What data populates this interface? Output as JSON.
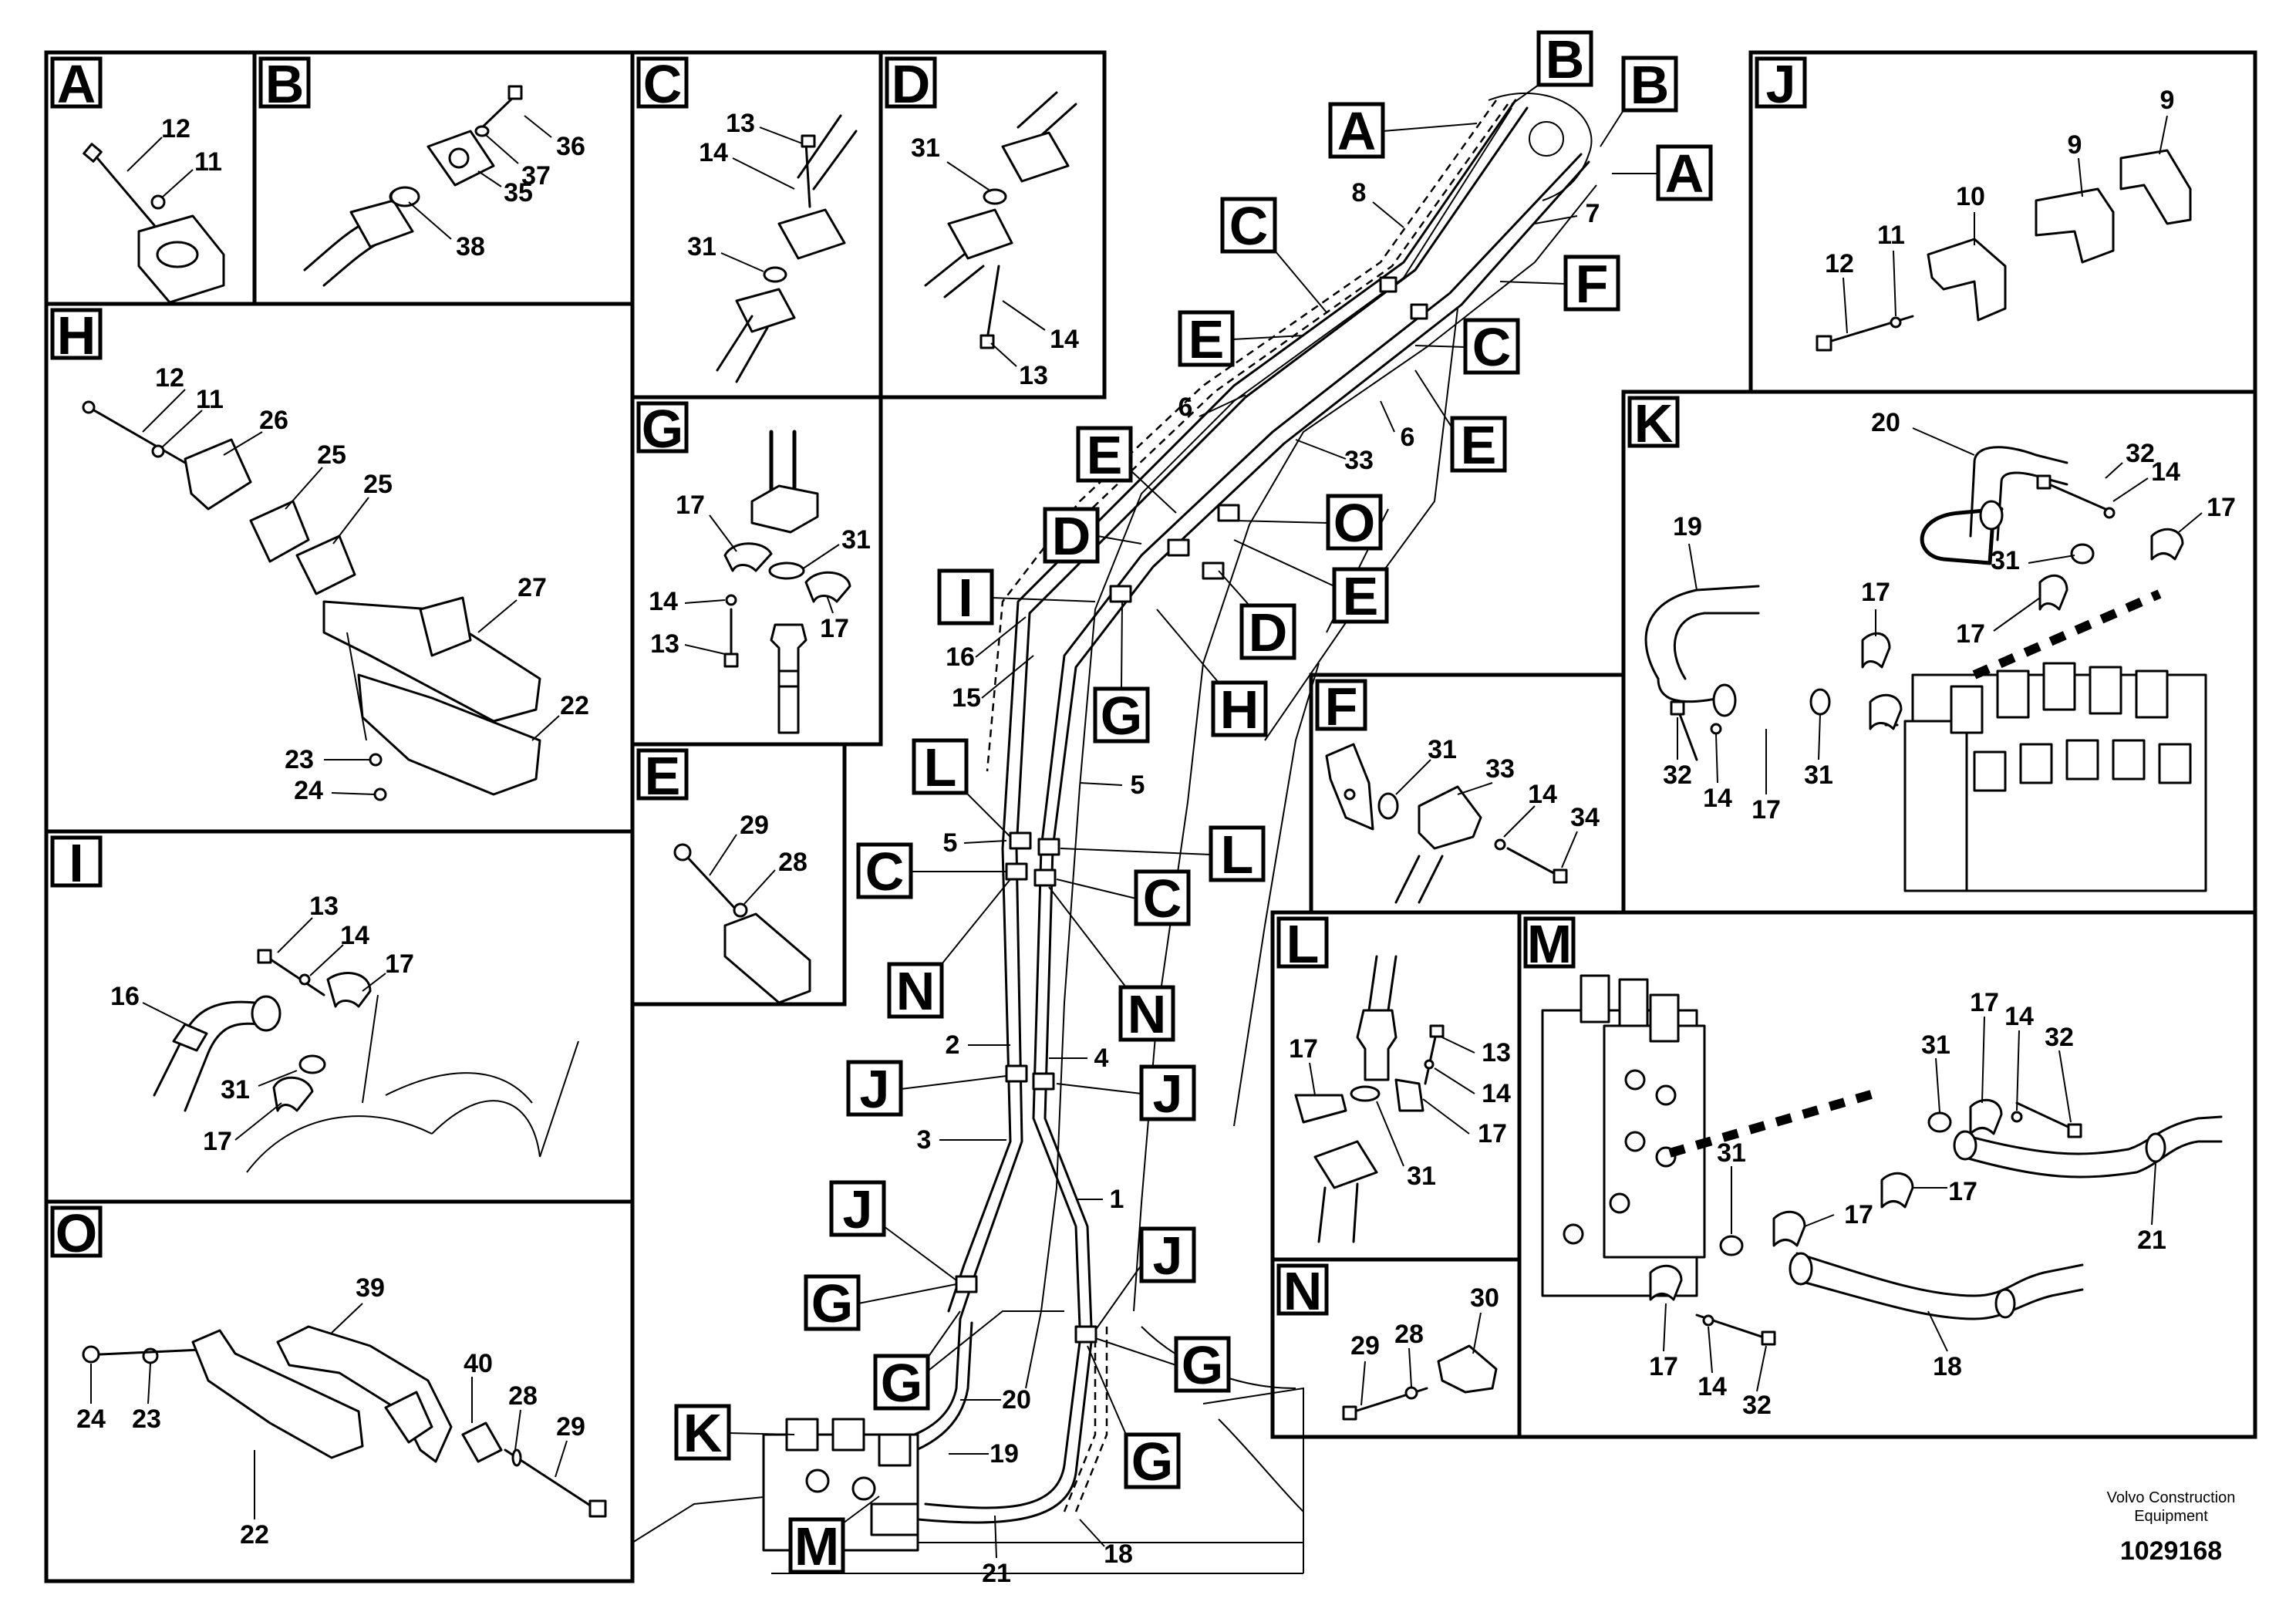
{
  "panels": {
    "A": {
      "letter": "A",
      "parts": [
        "12",
        "11"
      ]
    },
    "B": {
      "letter": "B",
      "parts": [
        "36",
        "37",
        "35",
        "38"
      ]
    },
    "C": {
      "letter": "C",
      "parts": [
        "13",
        "14",
        "31"
      ]
    },
    "D": {
      "letter": "D",
      "parts": [
        "31",
        "14",
        "13"
      ]
    },
    "H": {
      "letter": "H",
      "parts": [
        "12",
        "11",
        "26",
        "25",
        "25",
        "27",
        "22",
        "23",
        "24"
      ]
    },
    "G": {
      "letter": "G",
      "parts": [
        "17",
        "31",
        "14",
        "13",
        "17"
      ]
    },
    "E": {
      "letter": "E",
      "parts": [
        "29",
        "28"
      ]
    },
    "I": {
      "letter": "I",
      "parts": [
        "13",
        "14",
        "17",
        "16",
        "31",
        "17"
      ]
    },
    "O": {
      "letter": "O",
      "parts": [
        "39",
        "40",
        "28",
        "29",
        "24",
        "23",
        "22"
      ]
    },
    "J": {
      "letter": "J",
      "parts": [
        "9",
        "9",
        "10",
        "11",
        "12"
      ]
    },
    "K": {
      "letter": "K",
      "parts": [
        "20",
        "32",
        "14",
        "17",
        "19",
        "31",
        "17",
        "17",
        "32",
        "14",
        "17",
        "31"
      ]
    },
    "F": {
      "letter": "F",
      "parts": [
        "31",
        "33",
        "14",
        "34"
      ]
    },
    "L": {
      "letter": "L",
      "parts": [
        "17",
        "13",
        "14",
        "17",
        "31"
      ]
    },
    "M": {
      "letter": "M",
      "parts": [
        "17",
        "14",
        "32",
        "31",
        "17",
        "31",
        "17",
        "21",
        "17",
        "14",
        "32",
        "18"
      ]
    },
    "N": {
      "letter": "N",
      "parts": [
        "30",
        "29",
        "28"
      ]
    }
  },
  "main_view": {
    "callouts": [
      "B",
      "B",
      "A",
      "A",
      "C",
      "F",
      "E",
      "C",
      "E",
      "E",
      "D",
      "O",
      "E",
      "D",
      "I",
      "G",
      "H",
      "L",
      "L",
      "C",
      "C",
      "N",
      "N",
      "J",
      "J",
      "J",
      "J",
      "G",
      "G",
      "G",
      "G",
      "K",
      "M"
    ],
    "parts": [
      "8",
      "7",
      "6",
      "33",
      "6",
      "16",
      "15",
      "5",
      "5",
      "2",
      "4",
      "3",
      "1",
      "20",
      "19",
      "21",
      "18"
    ]
  },
  "footer": {
    "manufacturer_line1": "Volvo Construction",
    "manufacturer_line2": "Equipment",
    "figure_id": "1029168"
  }
}
